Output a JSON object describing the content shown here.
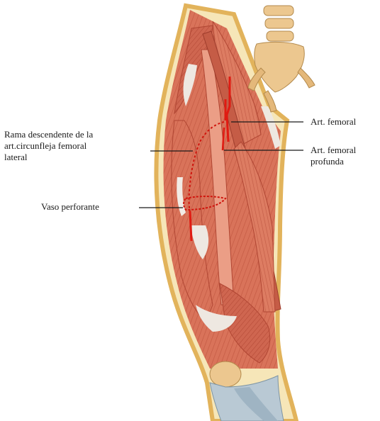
{
  "labels": {
    "rama_descendente": {
      "lines": [
        "Rama descendente de la",
        "art.circunfleja femoral",
        "lateral"
      ]
    },
    "vaso_perforante": {
      "lines": [
        "Vaso perforante"
      ]
    },
    "art_femoral": {
      "lines": [
        "Art. femoral"
      ]
    },
    "art_femoral_profunda": {
      "lines": [
        "Art. femoral",
        "profunda"
      ]
    }
  },
  "colors": {
    "muscle": "#d9735a",
    "muscle_dark": "#b94a36",
    "muscle_light": "#eb9e86",
    "tendon": "#eee8e1",
    "bone": "#ecc78f",
    "skin_outline": "#e2b35b",
    "artery": "#e01b12",
    "leader_line": "#1a1a1a"
  }
}
